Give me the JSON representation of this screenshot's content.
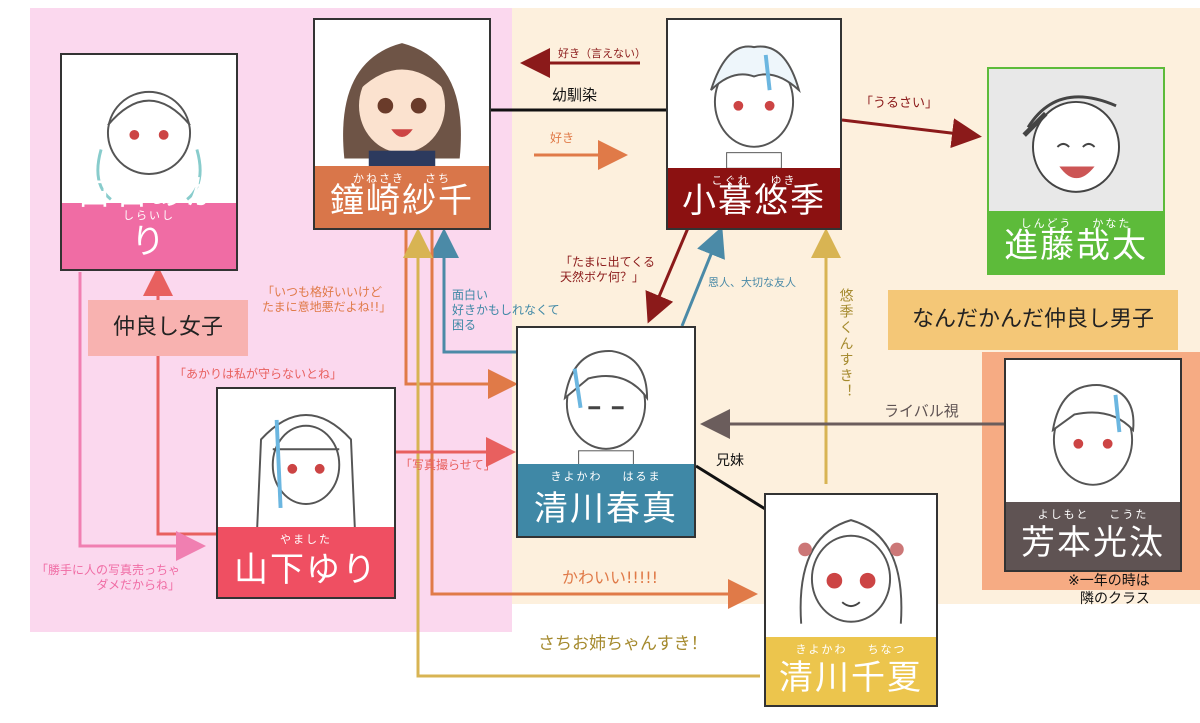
{
  "colors": {
    "girls_bg": "#fbd8ee",
    "boys_bg": "#fdf0dd",
    "rival_bg": "#f6ab83",
    "pink": "#f07fb1",
    "orange": "#e07a48",
    "red_dark": "#8b1a1a",
    "gold": "#d8b453",
    "blue": "#4b8aa7",
    "coral": "#e8605f",
    "grey": "#6b5d5c",
    "black": "#111111"
  },
  "characters": {
    "shiraishi": {
      "ruby": [
        "しらいし"
      ],
      "name": "白石あかり",
      "color": "#f06ca4",
      "portrait": "girl-twin-tails-portrait"
    },
    "kanesaki": {
      "ruby": [
        "かねさき",
        "さち"
      ],
      "name": "鐘崎紗千",
      "color": "#d9764a",
      "portrait": "girl-short-hair-portrait"
    },
    "kogure": {
      "ruby": [
        "こぐれ",
        "ゆき"
      ],
      "name": "小暮悠季",
      "color": "#8b1111",
      "portrait": "boy-light-hair-portrait"
    },
    "shindo": {
      "ruby": [
        "しんどう",
        "かなた"
      ],
      "name": "進藤哉太",
      "color": "#5dbb3a",
      "portrait": "boy-laughing-portrait"
    },
    "kiyokawa_haruma": {
      "ruby": [
        "きよかわ",
        "はるま"
      ],
      "name": "清川春真",
      "color": "#3f88a6",
      "portrait": "boy-side-part-portrait"
    },
    "yamashita": {
      "ruby": [
        "やました"
      ],
      "name": "山下ゆり",
      "color": "#ef4f62",
      "portrait": "girl-long-hair-portrait"
    },
    "yoshimoto": {
      "ruby": [
        "よしもと",
        "こうた"
      ],
      "name": "芳本光汰",
      "color": "#5f5353",
      "portrait": "boy-neat-hair-portrait"
    },
    "kiyokawa_chinatsu": {
      "ruby": [
        "きよかわ",
        "ちなつ"
      ],
      "name": "清川千夏",
      "color": "#ecc54d",
      "portrait": "girl-ribbon-portrait"
    }
  },
  "groups": {
    "girls": "仲良し女子",
    "boys": "なんだかんだ仲良し男子"
  },
  "labels": {
    "suki_ienai": "好き（言えない）",
    "osananajimi": "幼馴染",
    "suki": "好き",
    "urusai": "「うるさい」",
    "tamani_tennen": "「たまに出てくる\n天然ボケ何？」",
    "onjin": "恩人、大切な友人",
    "yuki_suki": "悠季くんすき！",
    "itsumo_kakkoii": "「いつも格好いいけど\nたまに意地悪だよね!!」",
    "omoshiroi": "面白い\n好きかもしれなくて\n困る",
    "akari_mamoru": "「あかりは私が守らないとね」",
    "shashin_toraseте": "「写真撮らせて」",
    "kyodai": "兄妹",
    "rival": "ライバル視",
    "katte_shashin": "「勝手に人の写真売っちゃ\nダメだからね」",
    "kawaii": "かわいい!!!!!",
    "sachi_onesan": "さちお姉ちゃんすき！",
    "note": "※一年の時は\n隣のクラス"
  }
}
